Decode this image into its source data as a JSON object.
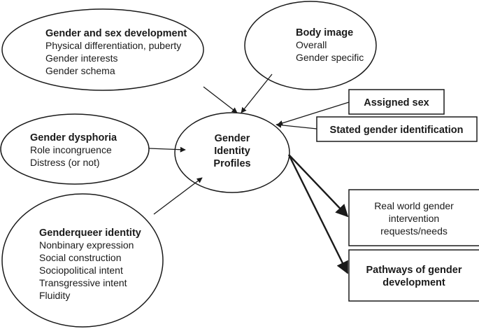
{
  "nodes": {
    "development": {
      "title": "Gender and sex development",
      "items": [
        "Physical differentiation, puberty",
        "Gender interests",
        "Gender schema"
      ]
    },
    "body_image": {
      "title": "Body image",
      "items": [
        "Overall",
        "Gender specific"
      ]
    },
    "dysphoria": {
      "title": "Gender dysphoria",
      "items": [
        "Role incongruence",
        "Distress (or not)"
      ]
    },
    "genderqueer": {
      "title": "Genderqueer identity",
      "items": [
        "Nonbinary expression",
        "Social construction",
        "Sociopolitical intent",
        "Transgressive intent",
        "Fluidity"
      ]
    },
    "center": {
      "lines": [
        "Gender",
        "Identity",
        "Profiles"
      ]
    },
    "assigned_sex": {
      "label": "Assigned sex"
    },
    "stated_gender": {
      "label": "Stated gender identification"
    },
    "real_world": {
      "lines": [
        "Real world gender",
        "intervention",
        "requests/needs"
      ]
    },
    "pathways": {
      "lines": [
        "Pathways of gender",
        "development"
      ]
    }
  },
  "colors": {
    "stroke": "#1a1a1a",
    "background": "#ffffff"
  }
}
